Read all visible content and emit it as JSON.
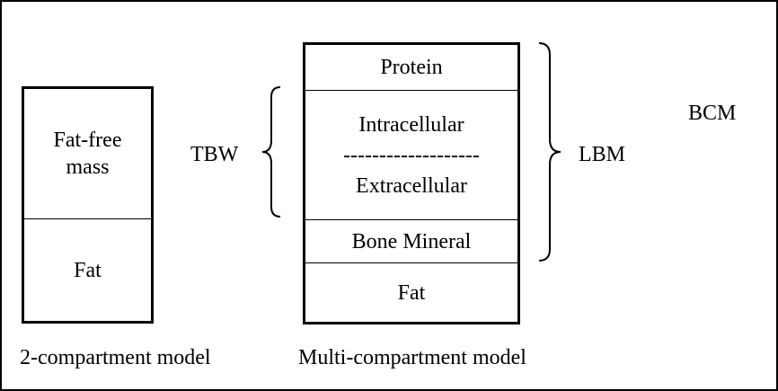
{
  "two_compartment": {
    "top_line1": "Fat-free",
    "top_line2": "mass",
    "bottom": "Fat",
    "caption": "2-compartment model"
  },
  "multi_compartment": {
    "protein": "Protein",
    "intracellular": "Intracellular",
    "separator": "-------------------",
    "extracellular": "Extracellular",
    "bone_mineral": "Bone Mineral",
    "fat": "Fat",
    "caption": "Multi-compartment model"
  },
  "labels": {
    "tbw": "TBW",
    "lbm": "LBM",
    "bcm": "BCM"
  }
}
